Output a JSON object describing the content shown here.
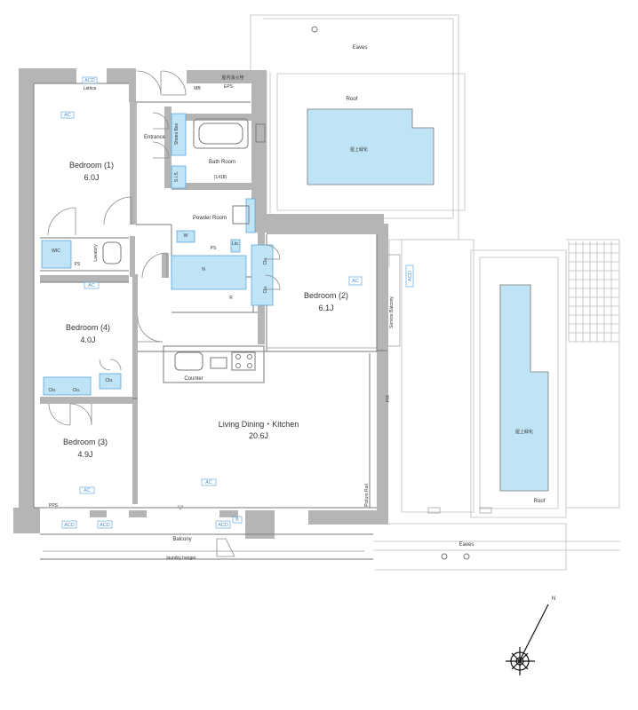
{
  "labels": {
    "eaves_top": "Eaves",
    "roof_top": "Roof",
    "rooftop_green_1": "屋上緑化",
    "rooftop_green_2": "屋上緑化",
    "roof_right": "Roof",
    "eaves_bottom": "Eaves",
    "balcony": "Balcony",
    "laundry_hanger": "laundry hanger",
    "service_balcony": "Service Balcony",
    "fix": "FIX",
    "picture_rail": "Picture Rail",
    "counter": "Counter",
    "entrance": "Entrance",
    "powder_room": "Powder Room",
    "bath_room": "Bath Room",
    "bath_size": "(1418)",
    "lavatory": "Lavatory",
    "wic": "WIC",
    "eps": "EPS",
    "mb": "MB",
    "fire_hydrant": "屋内消火栓",
    "lattice": "Lattice",
    "pps": "PPS",
    "shoes_box": "Shoes Box",
    "sis": "S.I.S.",
    "linen": "Lin.",
    "ps": "PS",
    "w": "W",
    "n": "N",
    "r": "R",
    "cl": "Clo."
  },
  "rooms": {
    "bedroom1": {
      "name": "Bedroom (1)",
      "size": "6.0J"
    },
    "bedroom2": {
      "name": "Bedroom (2)",
      "size": "6.1J"
    },
    "bedroom3": {
      "name": "Bedroom (3)",
      "size": "4.9J"
    },
    "bedroom4": {
      "name": "Bedroom (4)",
      "size": "4.0J"
    },
    "ldk": {
      "name": "Living Dining・Kitchen",
      "size": "20.6J"
    }
  },
  "badges": {
    "ac": "AC",
    "acd": "ACD",
    "b": "B"
  },
  "north_label": "N",
  "colors": {
    "wall_gray": "#b5b5b5",
    "light_blue": "#bfe4f5",
    "cyan_text": "#4d8fd6"
  }
}
